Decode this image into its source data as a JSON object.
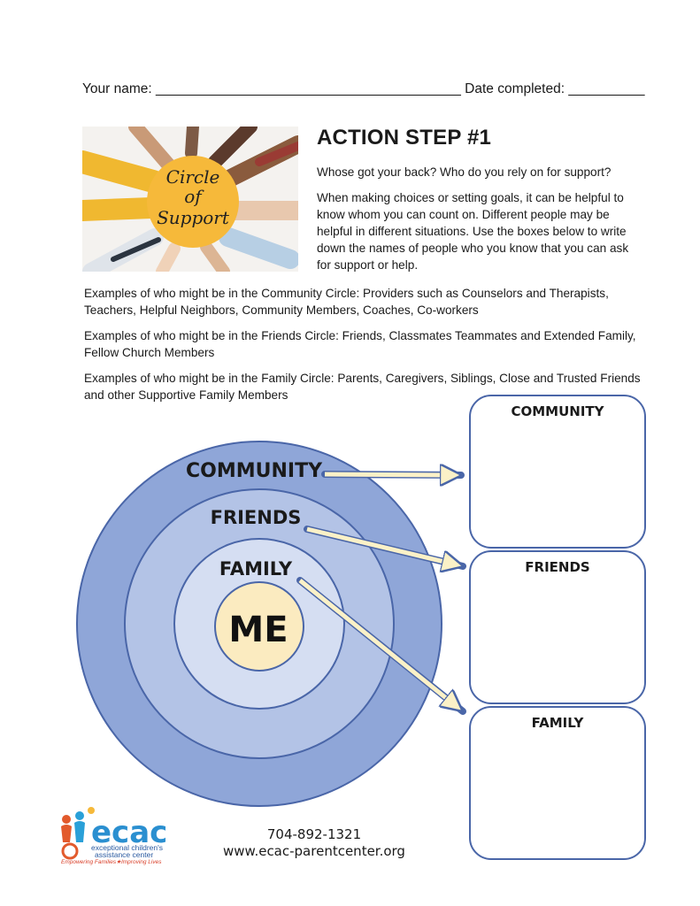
{
  "header": {
    "name_label": "Your name: ",
    "name_blank": "________________________________________",
    "date_label": " Date completed: ",
    "date_blank": "__________"
  },
  "photo": {
    "badge_line1": "Circle",
    "badge_line2": "of",
    "badge_line3": "Support"
  },
  "title": "ACTION STEP #1",
  "question": "Whose got your back? Who do you rely on for support?",
  "intro": "When making choices or setting goals, it can be helpful to know whom you can count on. Different people may be helpful in different situations. Use the boxes below to write down the names of people who you know that you can ask for support or help.",
  "examples": {
    "community": "Examples of who might be in the Community Circle: Providers such as Counselors and Therapists, Teachers, Helpful Neighbors, Community Members, Coaches, Co-workers",
    "friends": "Examples of who might be in the Friends Circle: Friends, Classmates Teammates and Extended Family, Fellow Church Members",
    "family": "Examples of who might be in the Family Circle: Parents, Caregivers, Siblings, Close and Trusted Friends and other Supportive Family Members"
  },
  "circle": {
    "community": "COMMUNITY",
    "friends": "FRIENDS",
    "family": "FAMILY",
    "me": "ME"
  },
  "boxes": {
    "community": "COMMUNITY",
    "friends": "FRIENDS",
    "family": "FAMILY"
  },
  "colors": {
    "outer_ring": "#8fa6d8",
    "middle_ring": "#b3c3e6",
    "inner_ring": "#d5def2",
    "center": "#fbebc0",
    "stroke": "#4a66a8",
    "arrow": "#fbf1c7",
    "badge": "#f7b733"
  },
  "logo": {
    "brand": "ecac",
    "name_line1": "exceptional children's",
    "name_line2": "assistance center",
    "tagline": "Empowering Families★Improving Lives"
  },
  "contact": {
    "phone": "704-892-1321",
    "website": "www.ecac-parentcenter.org"
  }
}
